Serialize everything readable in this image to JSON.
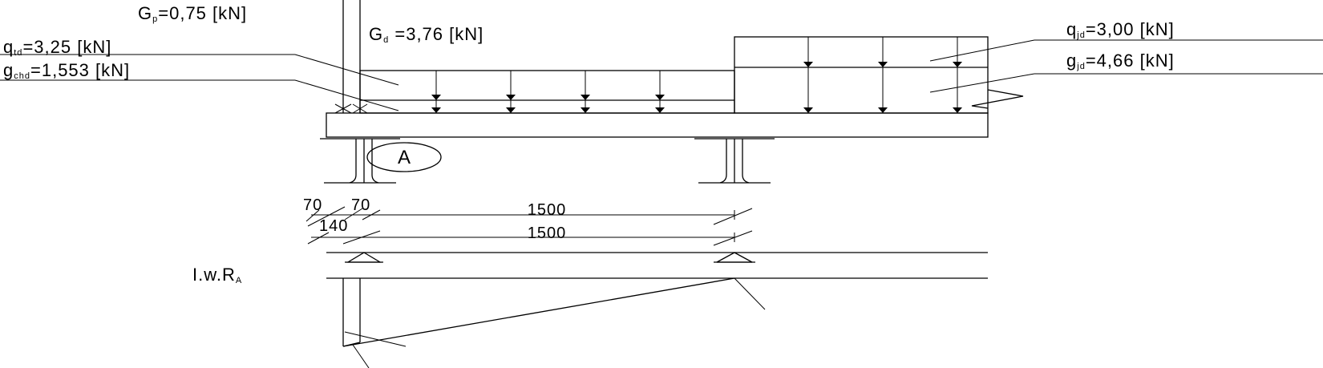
{
  "labels": {
    "Gp": {
      "main": "G",
      "sub": "p",
      "value": "=0,75 [kN]"
    },
    "Gd": {
      "main": "G",
      "sub": "d",
      "value": " =3,76 [kN]"
    },
    "qtd": {
      "main": "q",
      "sub": "td",
      "value": "=3,25 [kN]"
    },
    "gchd": {
      "main": "g",
      "sub": "chd",
      "value": "=1,553 [kN]"
    },
    "qjd": {
      "main": "q",
      "sub": "jd",
      "value": "=3,00 [kN]"
    },
    "gjd": {
      "main": "g",
      "sub": "jd",
      "value": "=4,66 [kN]"
    }
  },
  "support_marker": "A",
  "dimensions": {
    "a1": "70",
    "a2": "70",
    "b": "140",
    "span1": "1500",
    "span2": "1500"
  },
  "influence_line": {
    "main": "I.w.R",
    "sub": "A"
  }
}
